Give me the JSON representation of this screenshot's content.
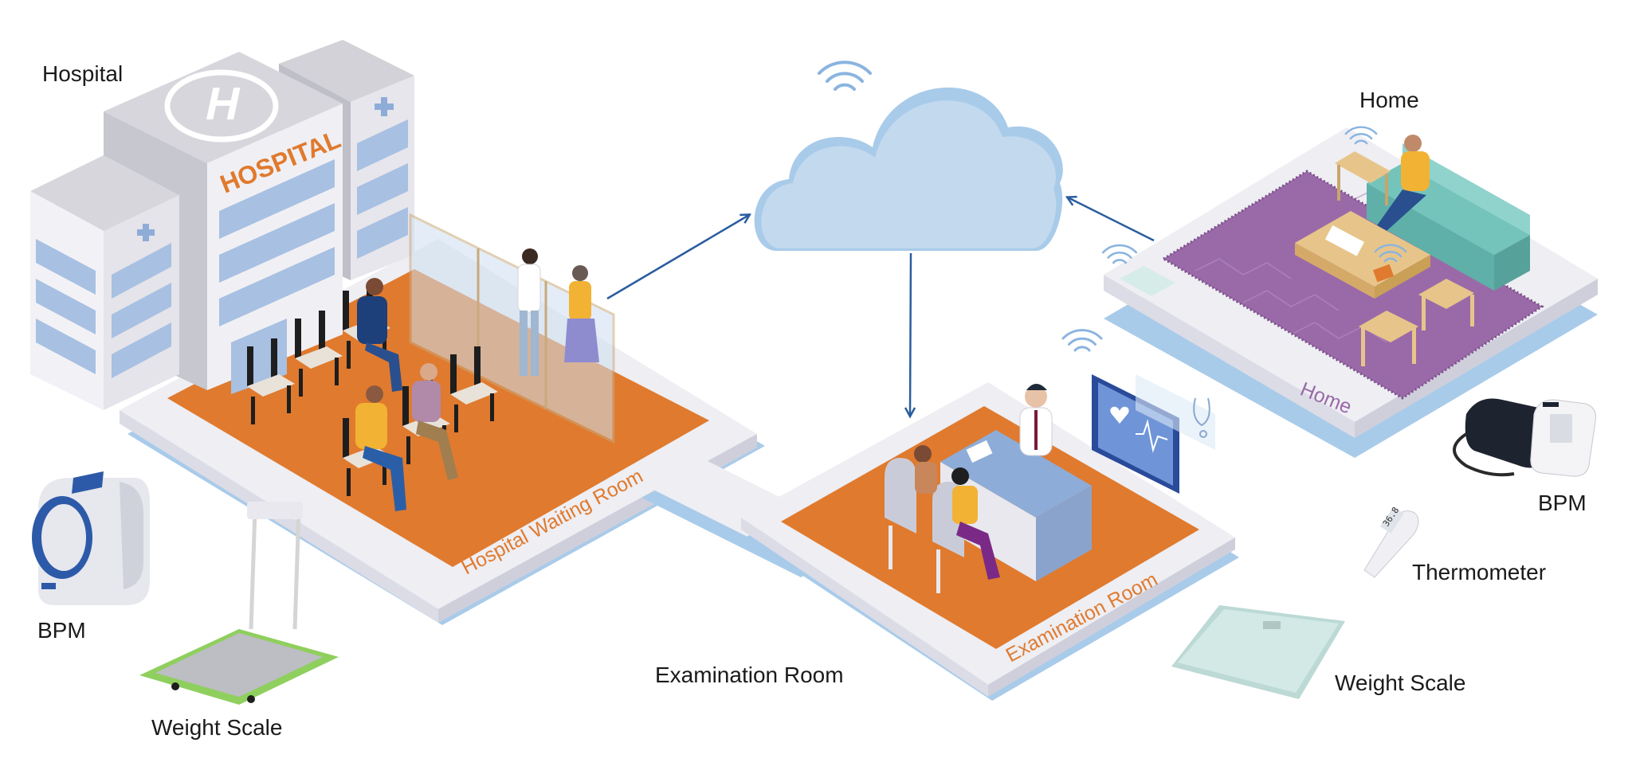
{
  "labels": {
    "hospital": "Hospital",
    "home": "Home",
    "bpm_left": "BPM",
    "weight_scale_left": "Weight Scale",
    "examination_room": "Examination Room",
    "bpm_right": "BPM",
    "thermometer": "Thermometer",
    "weight_scale_right": "Weight Scale"
  },
  "floor_labels": {
    "hospital_waiting_room": "Hospital Waiting Room",
    "examination_room": "Examination Room",
    "home": "Home"
  },
  "building_sign": "HOSPITAL",
  "helipad_letter": "H",
  "thermometer_reading": "36.8",
  "colors": {
    "orange_floor": "#e07a2e",
    "purple_rug": "#9a6aa8",
    "cloud": "#c3d9ee",
    "arrow": "#2a5d9f",
    "platform_base": "#a9cbea",
    "platform_top": "#eeeef3"
  },
  "icons": [
    "cloud-icon",
    "wifi-icon",
    "hospital-building",
    "bpm-device",
    "weight-scale-device",
    "thermometer-device",
    "tablet-monitor"
  ]
}
